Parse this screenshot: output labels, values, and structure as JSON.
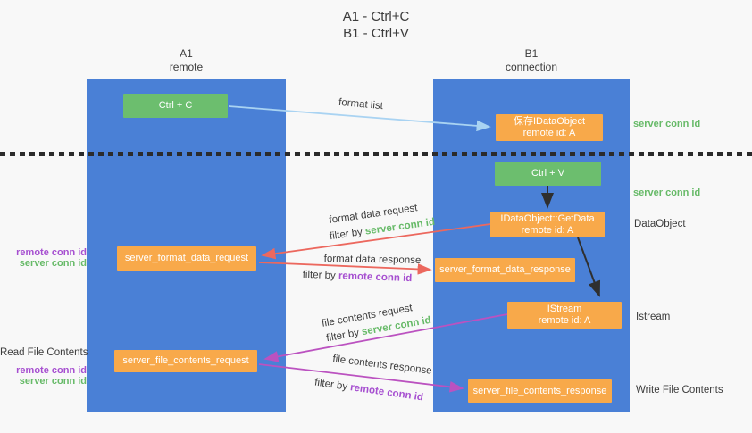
{
  "colors": {
    "bg": "#f8f8f8",
    "column_blue": "#4a80d6",
    "node_orange": "#f8a94a",
    "node_green": "#6cbe6e",
    "text_dark": "#3c3c3c",
    "text_green": "#67ba68",
    "text_purple": "#a64fd0",
    "arrow_red": "#ec685e",
    "arrow_magenta": "#bb52c0",
    "arrow_lightblue": "#a9d3f2",
    "arrow_black": "#2f2f2f",
    "divider_black": "#2b2b2b"
  },
  "title": {
    "line1": "A1 - Ctrl+C",
    "line2": "B1 - Ctrl+V"
  },
  "columns": {
    "a1": {
      "name": "A1",
      "subtitle": "remote"
    },
    "b1": {
      "name": "B1",
      "subtitle": "connection"
    }
  },
  "nodes": {
    "ctrl_c": "Ctrl + C",
    "save_dataobject": {
      "line1": "保存IDataObject",
      "line2": "remote id: A"
    },
    "ctrl_v": "Ctrl + V",
    "getdata": {
      "line1": "IDataObject::GetData",
      "line2": "remote id: A"
    },
    "format_request": "server_format_data_request",
    "format_response": "server_format_data_response",
    "istream": {
      "line1": "IStream",
      "line2": "remote id: A"
    },
    "file_request": "server_file_contents_request",
    "file_response": "server_file_contents_response"
  },
  "side_labels": {
    "server_conn_top": "server conn id",
    "server_conn_mid": "server conn id",
    "dataobject": "DataObject",
    "istream": "Istream",
    "write_file": "Write File Contents",
    "read_file": "Read File Contents",
    "remote_conn_left_top": "remote conn id",
    "server_conn_left_top": "server conn id",
    "remote_conn_left_bottom": "remote conn id",
    "server_conn_left_bottom": "server conn id"
  },
  "flow_labels": {
    "format_list": "format list",
    "format_data_request": "format data request",
    "format_data_response": "format data response",
    "file_contents_request": "file contents request",
    "file_contents_response": "file contents response",
    "filter_by": "filter by",
    "server_conn_id": "server conn id",
    "remote_conn_id": "remote conn id"
  }
}
